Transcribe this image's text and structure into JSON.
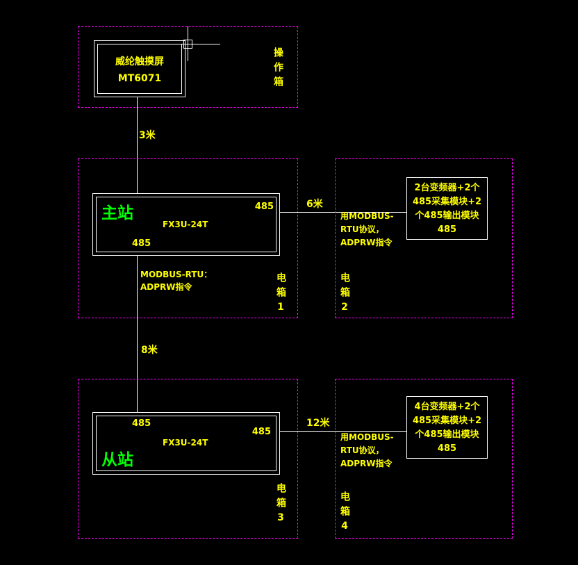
{
  "colors": {
    "background": "#000000",
    "dashed_box": "#ff00ff",
    "entity_line": "#ffffff",
    "label_text": "#ffff00",
    "station_text": "#00ff00"
  },
  "hmi": {
    "name": "威纶触摸屏",
    "model": "MT6071"
  },
  "sections": {
    "operator": "操作箱",
    "ebox1": "电箱1",
    "ebox2": "电箱2",
    "ebox3": "电箱3",
    "ebox4": "电箱4"
  },
  "master": {
    "name": "主站",
    "model": "FX3U-24T",
    "port_left": "485",
    "port_right": "485",
    "note_line1": "MODBUS-RTU：",
    "note_line2": "ADPRW指令"
  },
  "slave": {
    "name": "从站",
    "model": "FX3U-24T",
    "port_left": "485",
    "port_right": "485"
  },
  "device2": {
    "line1": "2台变频器+2个",
    "line2": "485采集模块+2",
    "line3": "个485输出模块",
    "port": "485"
  },
  "device4": {
    "line1": "4台变频器+2个",
    "line2": "485采集模块+2",
    "line3": "个485输出模块",
    "port": "485"
  },
  "links": {
    "hmi_master": "3米",
    "master_device2": "6米",
    "master_slave": "8米",
    "slave_device4": "12米",
    "note2_line1": "用MODBUS-",
    "note2_line2": "RTU协议，",
    "note2_line3": "ADPRW指令",
    "note4_line1": "用MODBUS-",
    "note4_line2": "RTU协议，",
    "note4_line3": "ADPRW指令"
  }
}
